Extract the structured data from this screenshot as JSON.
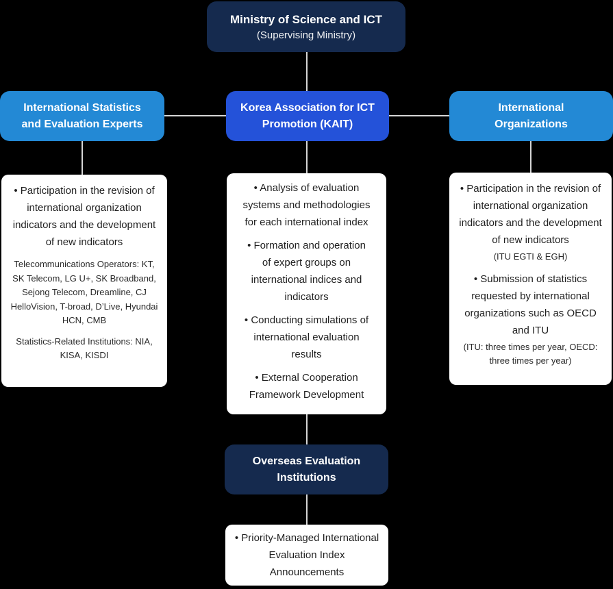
{
  "palette": {
    "background": "#000000",
    "navy": "#152a4e",
    "blue_primary": "#2452d9",
    "blue_light": "#2389d5",
    "card_background": "#ffffff",
    "card_text": "#1f1f1f",
    "connector": "#d6d6d6",
    "node_text": "#ffffff"
  },
  "ministry": {
    "title": "Ministry of Science and ICT",
    "subtitle": "(Supervising Ministry)"
  },
  "nodes": {
    "experts_label": "International Statistics and Evaluation Experts",
    "kait_label": "Korea Association for ICT Promotion (KAIT)",
    "organizations_label": "International Organizations",
    "overseas_label": "Overseas Evaluation Institutions"
  },
  "cards": {
    "experts": {
      "items": [
        {
          "type": "bullet",
          "text": "Participation in the revision of international organization indicators and the development of new indicators"
        },
        {
          "type": "note",
          "text": "Telecommunications Operators: KT, SK Telecom, LG U+, SK Broadband, Sejong Telecom, Dreamline, CJ HelloVision, T-broad, D’Live, Hyundai HCN, CMB"
        },
        {
          "type": "note",
          "text": "Statistics-Related Institutions: NIA, KISA, KISDI"
        }
      ]
    },
    "kait": {
      "items": [
        {
          "type": "bullet",
          "text": "Analysis of evaluation systems and methodologies for each international index"
        },
        {
          "type": "bullet",
          "text": "Formation and operation of expert groups on international indices and indicators"
        },
        {
          "type": "bullet",
          "text": "Conducting simulations of international evaluation results"
        },
        {
          "type": "bullet",
          "text": "External Cooperation Framework Development"
        }
      ]
    },
    "organizations": {
      "items": [
        {
          "type": "bullet",
          "text": "Participation in the revision of international organization indicators and the development of new indicators"
        },
        {
          "type": "note-tight",
          "text": "(ITU EGTI & EGH)"
        },
        {
          "type": "bullet",
          "text": "Submission of statistics requested by international organizations such as OECD and ITU"
        },
        {
          "type": "note-tight",
          "text": "(ITU: three times per year, OECD: three times per year)"
        }
      ]
    },
    "announcement": {
      "items": [
        {
          "type": "bullet",
          "text": "Priority-Managed International Evaluation Index Announcements"
        }
      ]
    }
  }
}
